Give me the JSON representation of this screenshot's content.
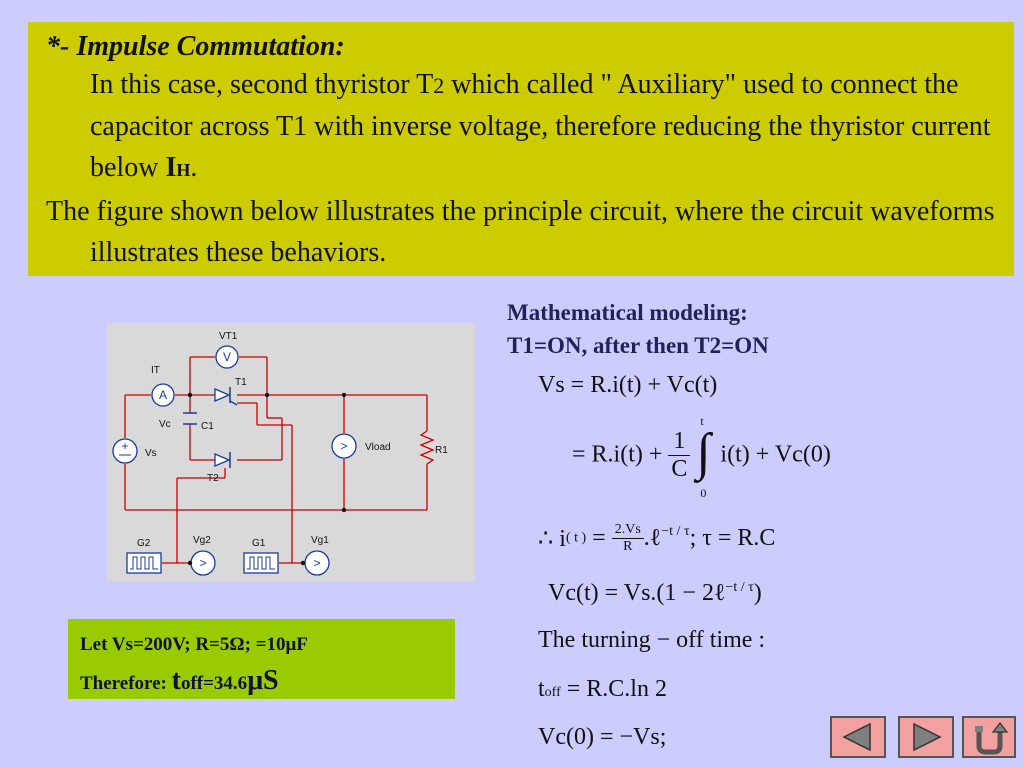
{
  "header": {
    "title": "*- Impulse Commutation:",
    "para1_a": "In this case, second thyristor  T",
    "para1_sub": "2",
    "para1_b": " which called \" Auxiliary\" used to connect the capacitor across T1 with inverse voltage, therefore reducing the thyristor current below ",
    "ih_main": "I",
    "ih_sub": "H",
    "para1_end": ".",
    "para2": "The figure shown below illustrates the principle circuit, where the circuit waveforms illustrates these behaviors."
  },
  "circuit": {
    "labels": {
      "vt1": "VT1",
      "v": "V",
      "it": "IT",
      "a": "A",
      "t1": "T1",
      "vc": "Vc",
      "c1": "C1",
      "vs": "Vs",
      "vload": "Vload",
      "r1": "R1",
      "t2": "T2",
      "g2": "G2",
      "vg2": "Vg2",
      "g1": "G1",
      "vg1": "Vg1"
    }
  },
  "math": {
    "heading1": "Mathematical modeling:",
    "heading2": "T1=ON, after then T2=ON",
    "eq1": "Vs = R.i(t) + Vc(t)",
    "eq2_a": "= R.i(t) +",
    "eq2_frac_num": "1",
    "eq2_frac_den": "C",
    "eq2_int_top": "t",
    "eq2_int_bot": "0",
    "eq2_b": "i(t) + Vc(0)",
    "eq3_a": "∴ i",
    "eq3_sub": "( t )",
    "eq3_eq": " = ",
    "eq3_frac_num": "2.Vs",
    "eq3_frac_den": "R",
    "eq3_b": ".ℓ",
    "eq3_sup": "−t / τ",
    "eq3_c": "; τ = R.C",
    "eq4_a": "Vc(t) = Vs.(1 − 2ℓ",
    "eq4_sup": "−t / τ",
    "eq4_b": ")",
    "eq5": "The  turning − off time :",
    "eq6_a": "t",
    "eq6_sub": "off",
    "eq6_b": "  =  R.C.ln 2",
    "eq7": "Vc(0) = −Vs;"
  },
  "params": {
    "line1": "Let Vs=200V; R=5Ω; =10μF",
    "line2_a": "Therefore: ",
    "line2_t": "t",
    "line2_off": "off",
    "line2_b": "=34.6",
    "line2_unit": "μS"
  },
  "nav": {
    "prev_icon": "left-triangle-icon",
    "next_icon": "right-triangle-icon",
    "return_icon": "return-arrow-icon"
  }
}
